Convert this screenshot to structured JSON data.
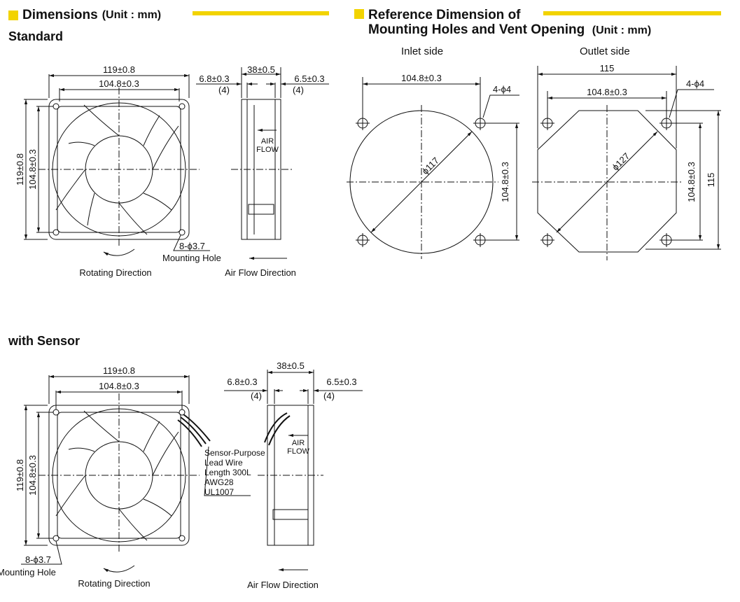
{
  "left_header": {
    "title": "Dimensions",
    "unit": "(Unit : mm)"
  },
  "right_header": {
    "title_line1": "Reference Dimension of",
    "title_line2": "Mounting Holes and Vent Opening",
    "unit": "(Unit : mm)"
  },
  "standard": {
    "title": "Standard",
    "overall": "119±0.8",
    "pitch": "104.8±0.3",
    "depth": "38±0.5",
    "left_gap": "6.8±0.3",
    "left_gap_sub": "(4)",
    "right_gap": "6.5±0.3",
    "right_gap_sub": "(4)",
    "air_flow_line1": "AIR",
    "air_flow_line2": "FLOW",
    "hole_spec": "8-ϕ3.7",
    "hole_label": "Mounting Hole",
    "rotating": "Rotating Direction",
    "airflow_dir": "Air Flow Direction"
  },
  "sensor": {
    "title": "with Sensor",
    "overall": "119±0.8",
    "pitch": "104.8±0.3",
    "depth": "38±0.5",
    "left_gap": "6.8±0.3",
    "left_gap_sub": "(4)",
    "right_gap": "6.5±0.3",
    "right_gap_sub": "(4)",
    "air_flow_line1": "AIR",
    "air_flow_line2": "FLOW",
    "wire_lines": [
      "Sensor-Purpose",
      "Lead Wire",
      "Length 300L",
      "AWG28",
      "UL1007"
    ],
    "hole_spec": "8-ϕ3.7",
    "hole_label": "Mounting Hole",
    "rotating": "Rotating Direction",
    "airflow_dir": "Air Flow Direction"
  },
  "inlet": {
    "title": "Inlet side",
    "pitch": "104.8±0.3",
    "holes": "4-ϕ4",
    "diameter": "ϕ117",
    "vpitch": "104.8±0.3"
  },
  "outlet": {
    "title": "Outlet side",
    "overall": "115",
    "pitch": "104.8±0.3",
    "holes": "4-ϕ4",
    "diameter": "ϕ127",
    "vpitch": "104.8±0.3",
    "voverall": "115"
  },
  "colors": {
    "accent": "#f2d300",
    "ink": "#111111"
  }
}
